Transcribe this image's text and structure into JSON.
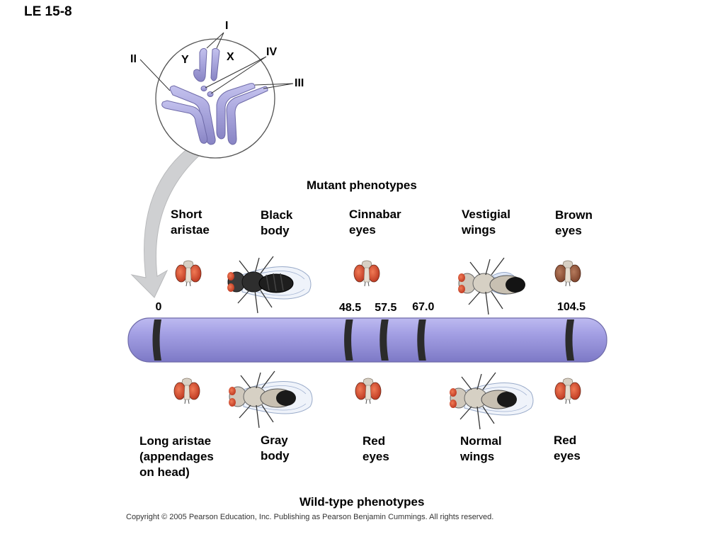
{
  "figure_label": "LE 15-8",
  "chromosome_labels": {
    "i": "I",
    "ii": "II",
    "iii": "III",
    "iv": "IV",
    "x": "X",
    "y": "Y"
  },
  "mutant_title": "Mutant phenotypes",
  "wildtype_title": "Wild-type phenotypes",
  "map_positions": [
    "0",
    "48.5",
    "57.5",
    "67.0",
    "104.5"
  ],
  "map_units": [
    0,
    48.5,
    57.5,
    67.0,
    104.5
  ],
  "mutant_phenotypes": [
    "Short\naristae",
    "Black\nbody",
    "Cinnabar\neyes",
    "Vestigial\nwings",
    "Brown\neyes"
  ],
  "wildtype_phenotypes": [
    "Long aristae\n(appendages\non head)",
    "Gray\nbody",
    "Red\neyes",
    "Normal\nwings",
    "Red\neyes"
  ],
  "copyright": "Copyright © 2005 Pearson Education, Inc. Publishing as Pearson Benjamin Cummings. All rights reserved.",
  "colors": {
    "chromosome": "#a9a6dd",
    "chromosome_edge": "#6e6aa8",
    "band": "#2b2b2b",
    "arrow": "#cfd0d2",
    "eye_red": "#c7402a",
    "eye_brown": "#8a5038"
  }
}
